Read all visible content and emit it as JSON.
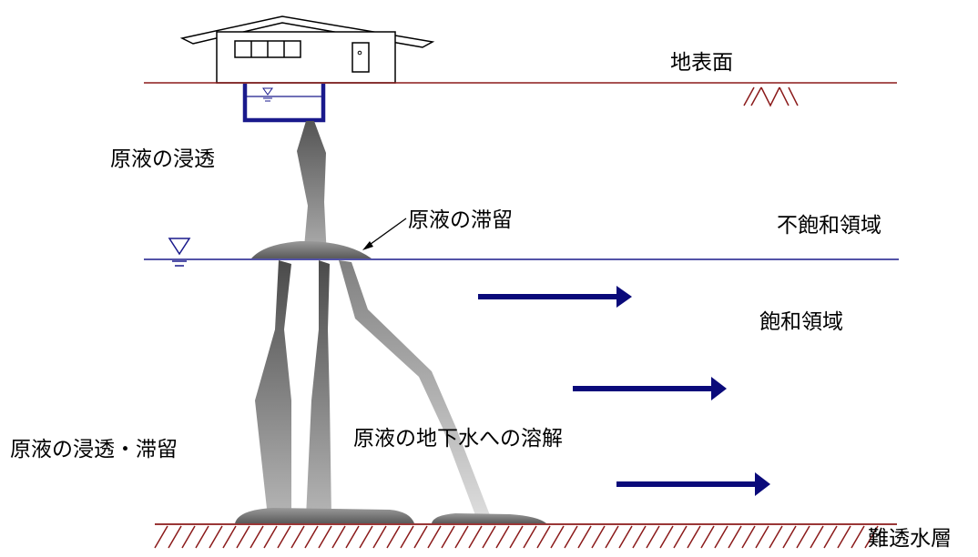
{
  "labels": {
    "ground_surface": "地表面",
    "infiltration": "原液の浸透",
    "retention": "原液の滞留",
    "unsaturated_zone": "不飽和領域",
    "saturated_zone": "飽和領域",
    "infiltration_retention": "原液の浸透・滞留",
    "dissolution": "原液の地下水への溶解",
    "aquitard": "難透水層"
  },
  "colors": {
    "ground_line": "#8b1a1a",
    "water_table": "#1a1a8c",
    "flow_arrow": "#0a0a7a",
    "tank": "#1a1a8c",
    "plume_dark": "#555555",
    "plume_light": "#bdbdbd"
  },
  "icons": {
    "water_level_symbol": "water-table-triangle",
    "ground_hatch": "soil-hatch",
    "aquitard_hatch": "impermeable-hatch"
  }
}
